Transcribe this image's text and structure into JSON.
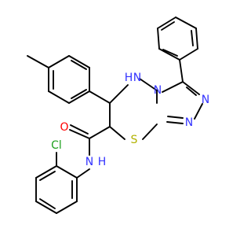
{
  "molecule": {
    "atom_labels": {
      "N_amide": "N",
      "H_amide": "H",
      "O_carbonyl": "O",
      "Cl": "Cl",
      "S_ring": "S",
      "NH_ring": "H",
      "N_ring1": "N",
      "N_ring2": "N",
      "N_triazole1": "N",
      "N_triazole2": "N",
      "N_ring_nh": "N"
    },
    "colors": {
      "nitrogen": "#3333ff",
      "oxygen": "#ff0000",
      "chlorine": "#1fa01f",
      "sulfur": "#b2b200",
      "carbon": "#000000"
    }
  }
}
